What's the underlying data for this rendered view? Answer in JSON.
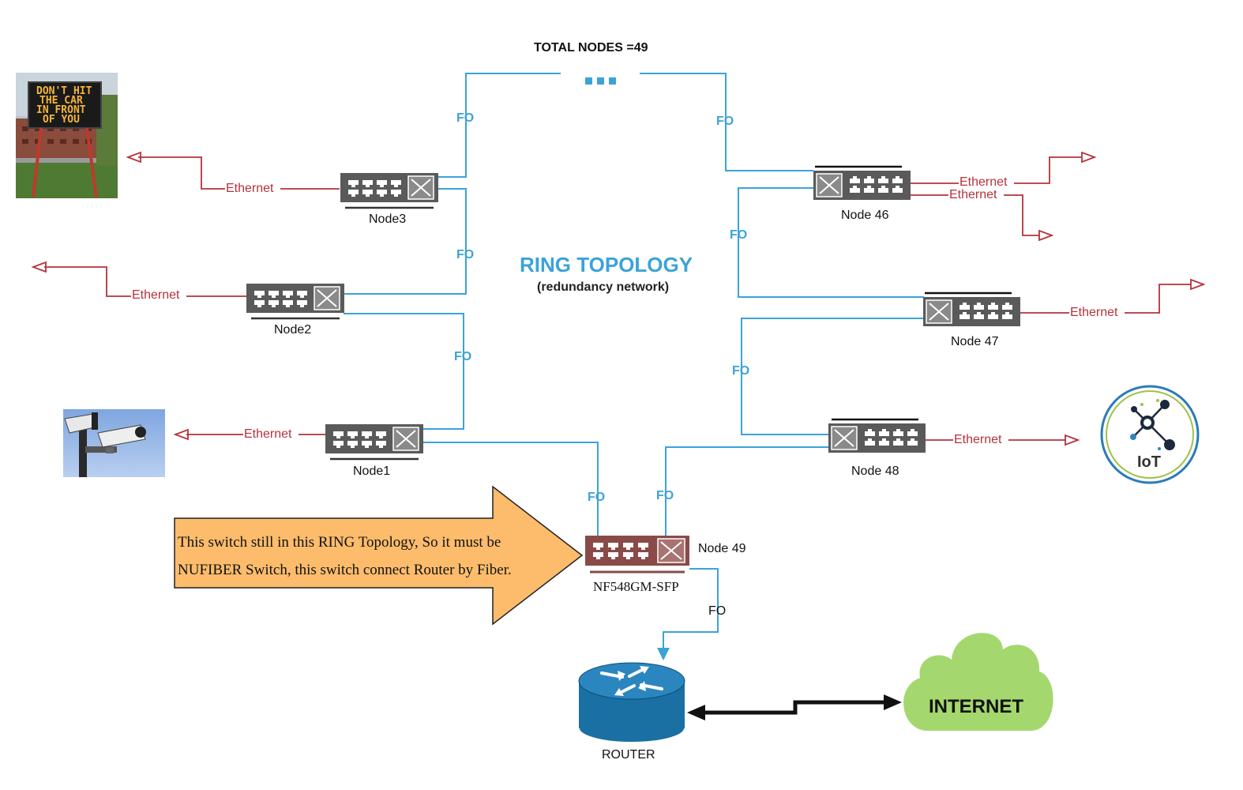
{
  "header": {
    "total_nodes": "TOTAL NODES =49",
    "ellipsis": "..."
  },
  "center": {
    "title": "RING TOPOLOGY",
    "subtitle": "(redundancy network)"
  },
  "links": {
    "fo": "FO",
    "ethernet": "Ethernet"
  },
  "nodes": {
    "node1": "Node1",
    "node2": "Node2",
    "node3": "Node3",
    "node46": "Node 46",
    "node47": "Node 47",
    "node48": "Node 48",
    "node49": "Node 49",
    "node49_model": "NF548GM-SFP"
  },
  "callout": {
    "line1": "This switch still in this RING Topology, So it must be",
    "line2": "NUFIBER Switch, this switch connect Router by Fiber."
  },
  "devices": {
    "router": "ROUTER",
    "internet": "INTERNET",
    "iot": "IoT",
    "sign_lines": [
      "DON'T HIT",
      "THE CAR",
      "IN FRONT",
      "OF YOU"
    ]
  },
  "colors": {
    "fiber": "#3ba3d8",
    "ethernet": "#b5323b",
    "switch": "#5a5a5a",
    "nufiber_switch": "#8a4b48",
    "callout": "#fcbc6c",
    "router": "#1a6fa3",
    "internet": "#a4d86e"
  }
}
